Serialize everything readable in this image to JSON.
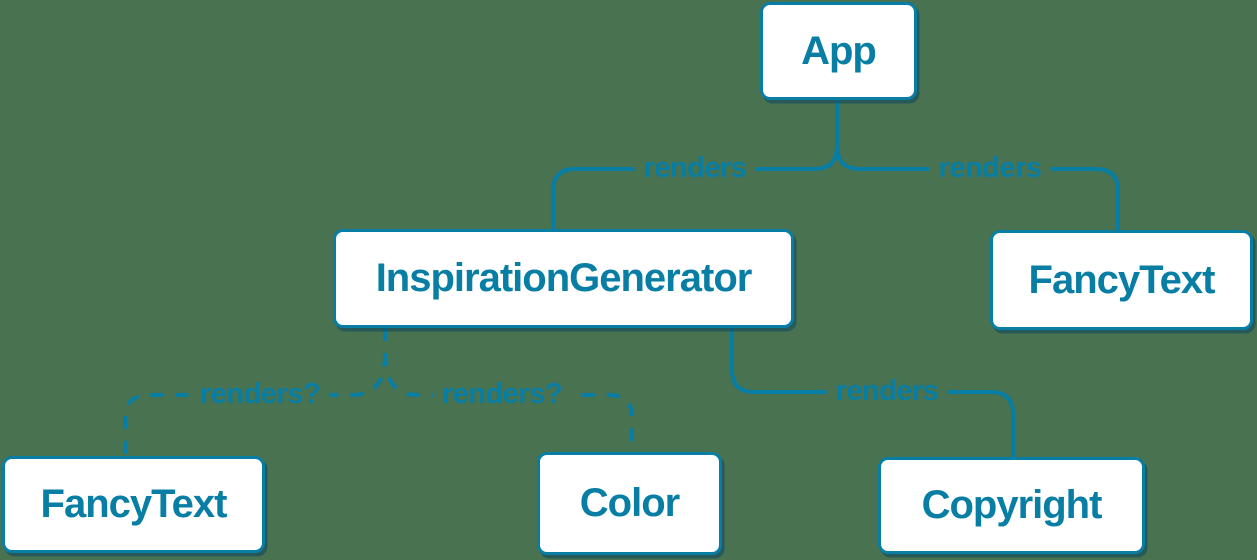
{
  "colors": {
    "background": "#487250",
    "accent": "#087ea4",
    "node_fill": "#ffffff",
    "node_shadow": "rgba(13,69,97,0.55)"
  },
  "nodes": {
    "app": {
      "label": "App"
    },
    "inspiration_generator": {
      "label": "InspirationGenerator"
    },
    "fancy_text_top": {
      "label": "FancyText"
    },
    "fancy_text_bottom": {
      "label": "FancyText"
    },
    "color": {
      "label": "Color"
    },
    "copyright": {
      "label": "Copyright"
    }
  },
  "edges": {
    "app_inspiration": {
      "label": "renders",
      "style": "solid"
    },
    "app_fancytext": {
      "label": "renders",
      "style": "solid"
    },
    "inspiration_fancytext": {
      "label": "renders?",
      "style": "dashed"
    },
    "inspiration_color": {
      "label": "renders?",
      "style": "dashed"
    },
    "inspiration_copyright": {
      "label": "renders",
      "style": "solid"
    }
  }
}
